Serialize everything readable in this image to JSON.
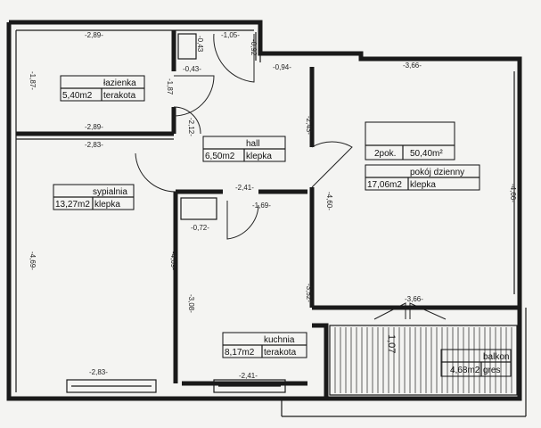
{
  "rooms": {
    "lazienka": {
      "name": "łazienka",
      "area": "5,40m2",
      "floor": "terakota"
    },
    "hall": {
      "name": "hall",
      "area": "6,50m2",
      "floor": "klepka"
    },
    "pokoj": {
      "name": "pokój dzienny",
      "area": "17,06m2",
      "floor": "klepka"
    },
    "sypialnia": {
      "name": "sypialnia",
      "area": "13,27m2",
      "floor": "klepka"
    },
    "kuchnia": {
      "name": "kuchnia",
      "area": "8,17m2",
      "floor": "terakota"
    },
    "balkon": {
      "name": "balkon",
      "area": "4,68m2",
      "floor": "gres"
    }
  },
  "summary": {
    "rooms": "2pok.",
    "total_area": "50,40m²"
  },
  "dimensions": {
    "top_bath": "-2,89-",
    "top_105": "-1,05-",
    "top_366": "-3,66-",
    "d_043a": "-0,43",
    "d_043b": "-0,43-",
    "d_092": "-0,92",
    "d_094": "-0,94-",
    "left_187": "-1,87-",
    "bath_in_187": "-1,87",
    "bath_bottom": "-2,89-",
    "bed_top": "-2,83-",
    "hall_212": "-2,12-",
    "hall_243": "-2,43-",
    "hall_241": "-2,41-",
    "hall_169": "-1,69-",
    "hall_072": "-0,72-",
    "bed_left": "-4,69-",
    "bed_right": "-4,69-",
    "kit_308": "-3,08-",
    "kit_352": "-3,52-",
    "liv_460": "-4,60-",
    "liv_right": "-4,66-",
    "liv_bottom": "-3,66-",
    "bed_bottom": "-2,83-",
    "kit_bottom": "-2,41-",
    "balcony_depth": "1,07"
  }
}
